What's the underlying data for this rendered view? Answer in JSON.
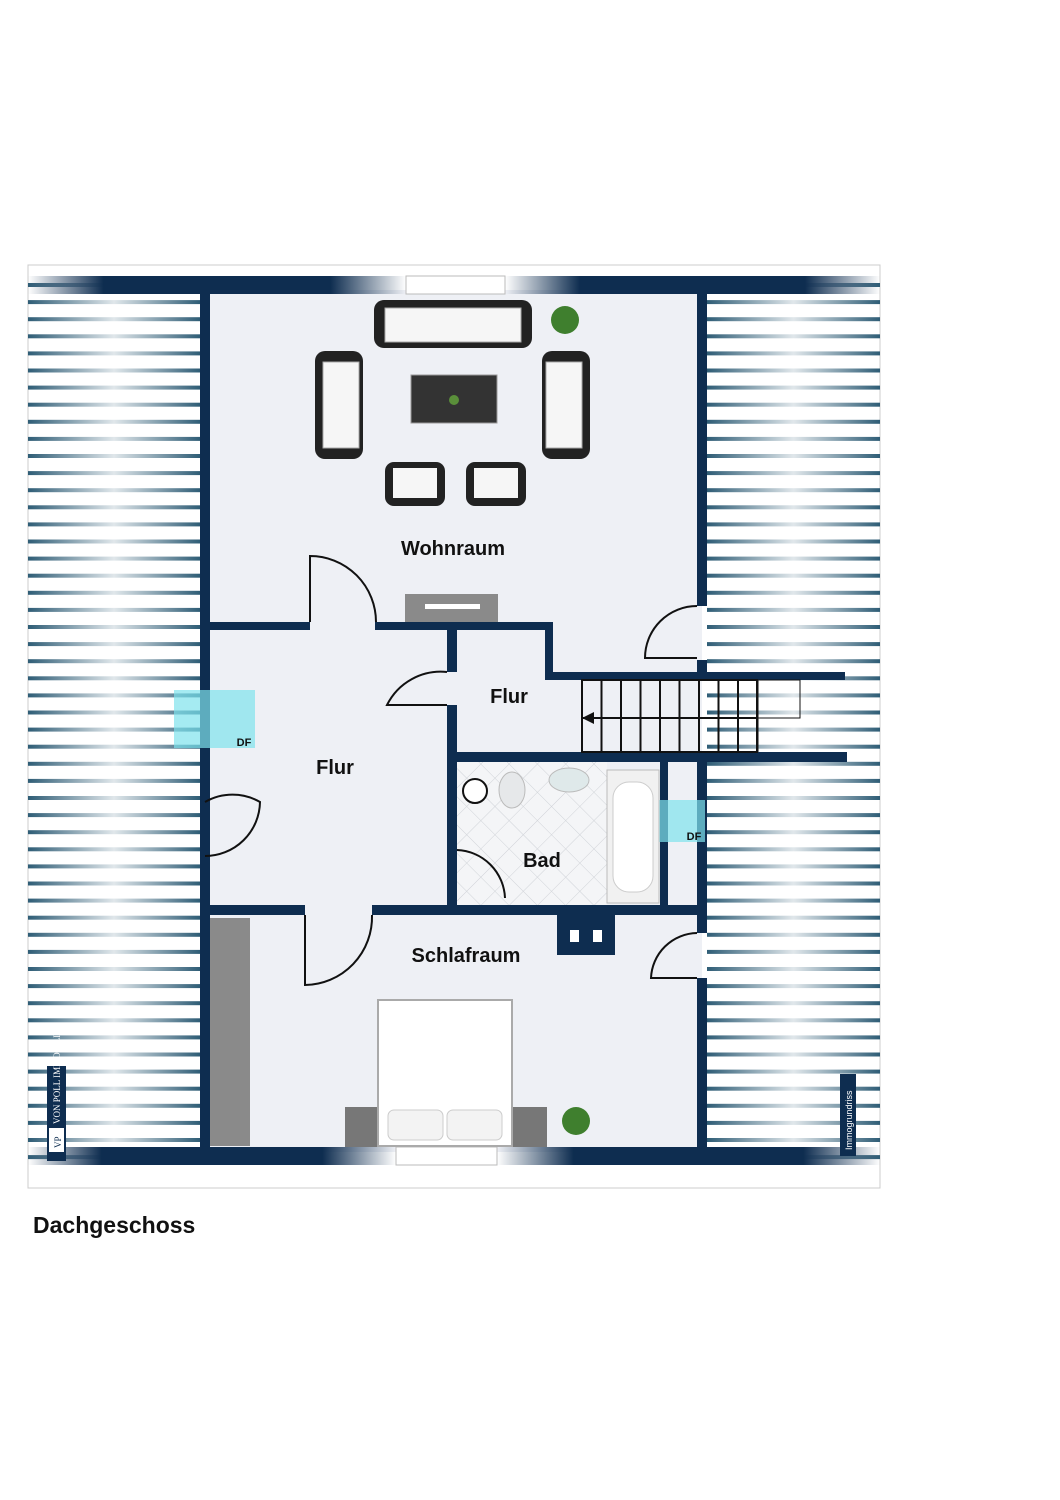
{
  "floor_title": "Dachgeschoss",
  "rooms": {
    "wohnraum": "Wohnraum",
    "flur_small": "Flur",
    "flur_main": "Flur",
    "bad": "Bad",
    "schlafraum": "Schlafraum"
  },
  "windows": {
    "df_left": "DF",
    "df_right": "DF"
  },
  "branding": {
    "logo_text": "VON POLL IMMOBILIEN",
    "logo_mark": "VP",
    "credit": "Immogrundriss"
  },
  "colors": {
    "wall": "#0e2d50",
    "floor": "#eef0f5",
    "roof_stripe": "#2f5d76",
    "skylight": "#7fe3ec"
  }
}
